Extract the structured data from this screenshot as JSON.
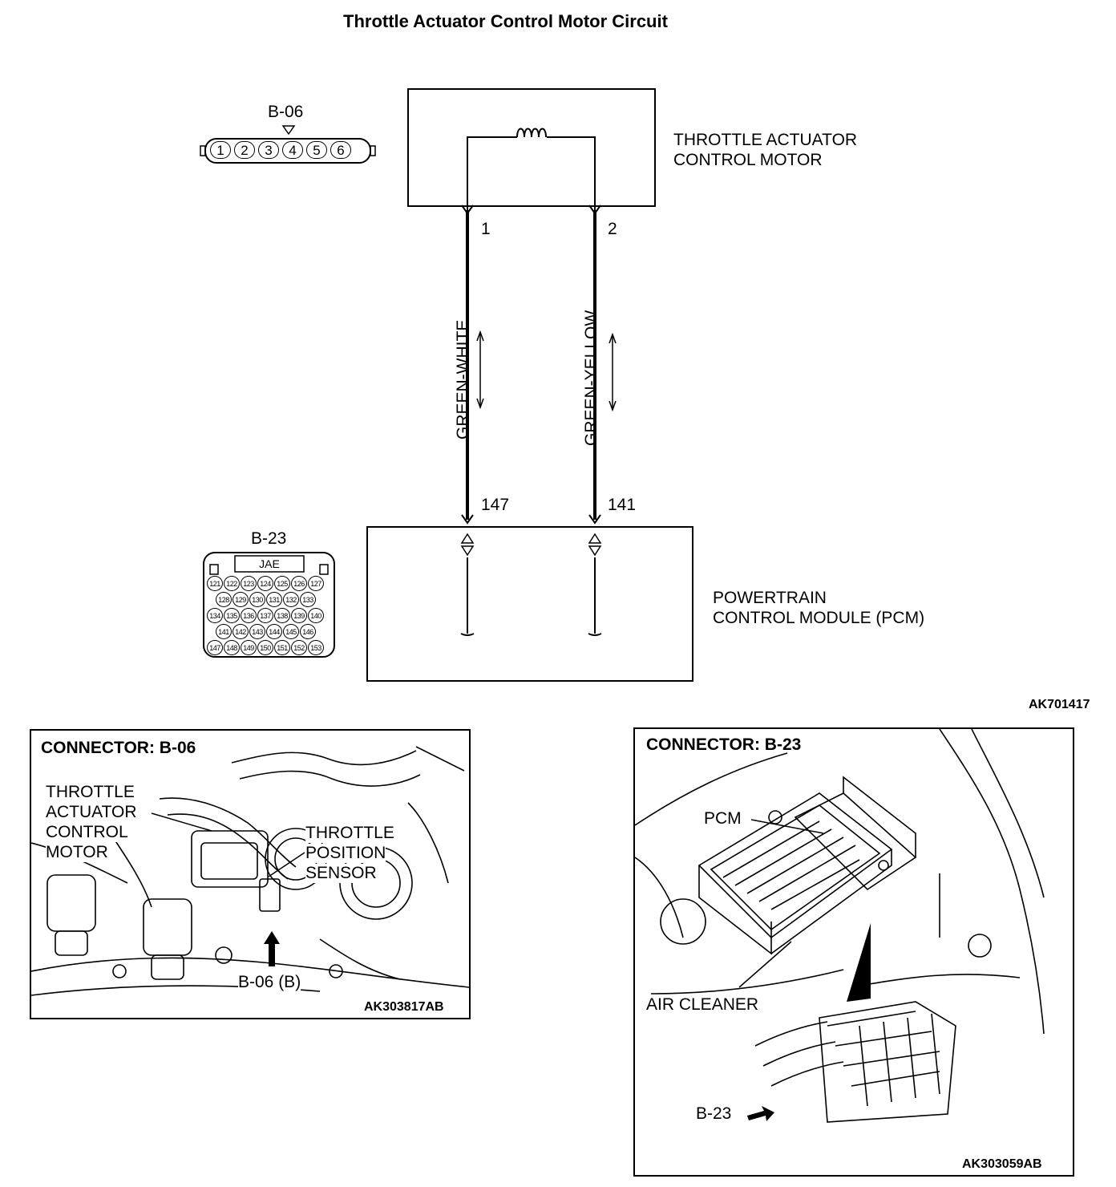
{
  "title": "Throttle Actuator Control Motor Circuit",
  "diagram_code": "AK701417",
  "motor": {
    "label_line1": "THROTTLE ACTUATOR",
    "label_line2": "CONTROL MOTOR",
    "pin_left": "1",
    "pin_right": "2"
  },
  "pcm": {
    "label_line1": "POWERTRAIN",
    "label_line2": "CONTROL MODULE (PCM)",
    "pin_left": "147",
    "pin_right": "141"
  },
  "wires": {
    "left": "GREEN-WHITE",
    "right": "GREEN-YELLOW"
  },
  "connector_b06": {
    "name": "B-06",
    "pins": [
      "1",
      "2",
      "3",
      "4",
      "5",
      "6"
    ]
  },
  "connector_b23": {
    "name": "B-23",
    "maker": "JAE",
    "rows": [
      [
        "121",
        "122",
        "123",
        "124",
        "125",
        "126",
        "127"
      ],
      [
        "128",
        "129",
        "130",
        "131",
        "132",
        "133"
      ],
      [
        "134",
        "135",
        "136",
        "137",
        "138",
        "139",
        "140"
      ],
      [
        "141",
        "142",
        "143",
        "144",
        "145",
        "146"
      ],
      [
        "147",
        "148",
        "149",
        "150",
        "151",
        "152",
        "153"
      ]
    ]
  },
  "photo_left": {
    "header": "CONNECTOR: B-06",
    "label_motor": [
      "THROTTLE",
      "ACTUATOR",
      "CONTROL",
      "MOTOR"
    ],
    "label_sensor": [
      "THROTTLE",
      "POSITION",
      "SENSOR"
    ],
    "pointer": "B-06 (B)",
    "code": "AK303817AB"
  },
  "photo_right": {
    "header": "CONNECTOR: B-23",
    "label_pcm": "PCM",
    "label_cleaner": "AIR CLEANER",
    "pointer": "B-23",
    "code": "AK303059AB"
  },
  "icons": [
    "coil-icon",
    "arrow-icon",
    "connector-icon"
  ]
}
